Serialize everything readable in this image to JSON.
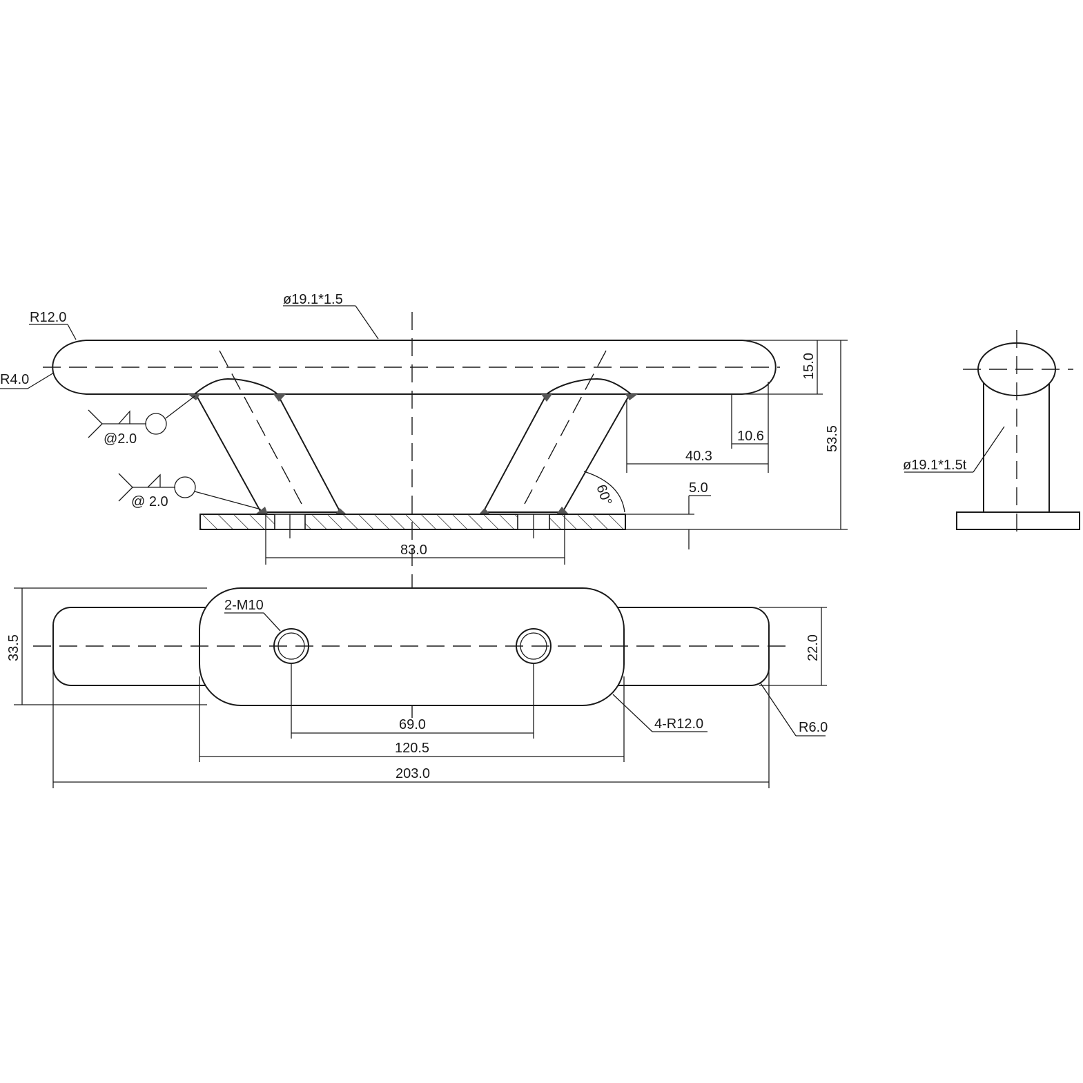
{
  "colors": {
    "ink": "#1a1a1a",
    "paper": "#ffffff",
    "weld": "#555555"
  },
  "labels": {
    "tube_spec_top": "ø19.1*1.5",
    "r12": "R12.0",
    "r4": "R4.0",
    "weld_upper": "@2.0",
    "weld_lower": "@ 2.0",
    "dim_15": "15.0",
    "dim_53_5": "53.5",
    "dim_10_6": "10.6",
    "dim_40_3": "40.3",
    "angle_60": "60°",
    "dim_5": "5.0",
    "dim_83": "83.0",
    "dim_33_5": "33.5",
    "holes": "2-M10",
    "dim_22": "22.0",
    "dim_69": "69.0",
    "corner_r": "4-R12.0",
    "r6": "R6.0",
    "dim_120_5": "120.5",
    "dim_203": "203.0",
    "side_tube_spec": "ø19.1*1.5t"
  }
}
